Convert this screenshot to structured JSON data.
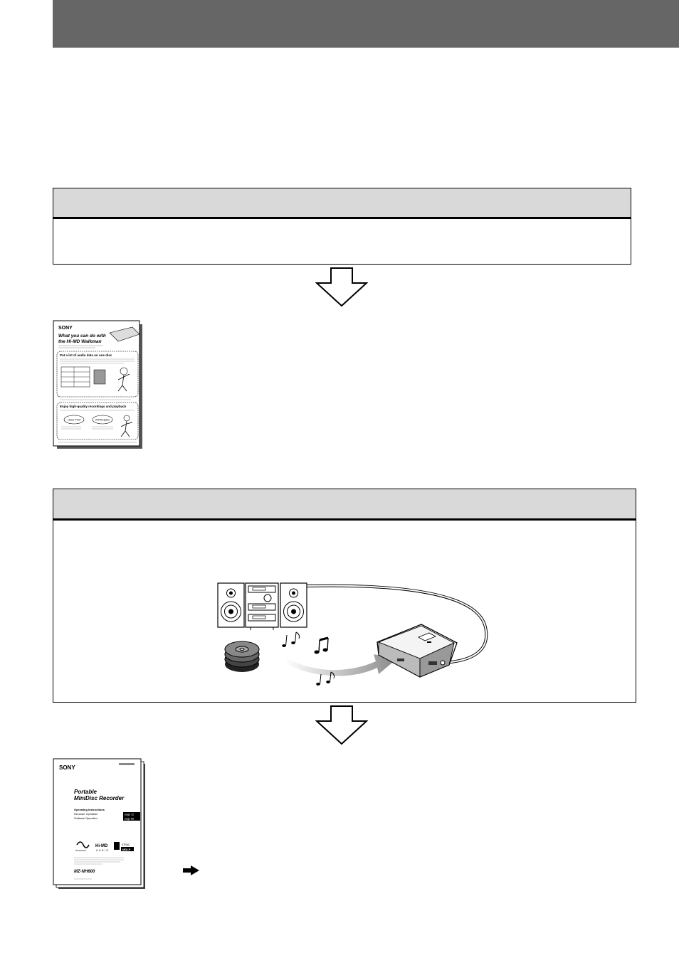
{
  "header": {
    "bar_color": "#666666"
  },
  "section1": {
    "head_color": "#d9d9d9"
  },
  "section2": {
    "head_color": "#d9d9d9"
  },
  "leaflet": {
    "brand": "SONY",
    "title_line1": "What you can do with",
    "title_line2": "the Hi-MD Walkman",
    "panel1_title": "Put a lot of audio data on one disc",
    "panel2_title": "Enjoy high-quality recordings and playback",
    "badge1": "Linear PCM",
    "badge2": "ATRAC3plus"
  },
  "manual": {
    "brand": "SONY",
    "title_line1": "Portable",
    "title_line2": "MiniDisc Recorder",
    "section_heading": "Operating Instructions",
    "item1": "Recorder Operation",
    "item2": "Software Operation",
    "item1_page": "page 12",
    "item2_page": "page 88",
    "model": "MZ-NH600",
    "logo_walkman": "WALKMAN",
    "logo_himd": "Hi-MD",
    "logo_audio": "AUDIO",
    "logo_atrac": "ATRAC",
    "logo_mdlp": "MDLP"
  },
  "icons": [
    "down-arrow-icon",
    "right-arrow-icon",
    "music-note-icon"
  ]
}
